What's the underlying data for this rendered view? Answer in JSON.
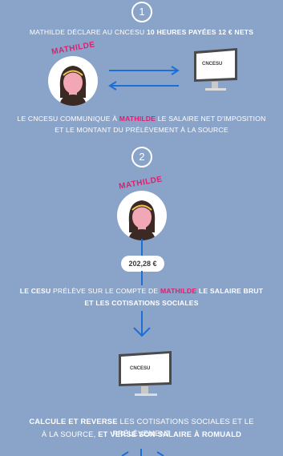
{
  "step1": {
    "number": "1",
    "line_prefix": "MATHILDE  DÉCLARE AU CNCESU ",
    "line_bold": "10 HEURES PAYÉES 12 € NETS",
    "avatar_name": "MATHILDE",
    "screen_label": "CNCESU",
    "line2_prefix": "LE CNCESU COMMUNIQUE À ",
    "line2_name": "MATHILDE",
    "line2_suffix": " LE SALAIRE NET D'IMPOSITION",
    "line3": "ET LE MONTANT DU PRÉLÈVEMENT À LA SOURCE"
  },
  "step2": {
    "number": "2",
    "avatar_name": "MATHILDE",
    "amount": "202,28 €",
    "line1_prefix_bold": "LE CESU",
    "line1_mid": " PRÉLÈVE SUR LE COMPTE DE ",
    "line1_name": "MATHILDE",
    "line1_suffix": " LE SALAIRE BRUT",
    "line2": "ET LES COTISATIONS SOCIALES",
    "screen_label": "CNCESU",
    "final1_bold": "CALCULE ET REVERSE",
    "final1_rest": " LES COTISATIONS SOCIALES ET LE PRÉLÈVEMENT",
    "final2_rest": "À LA SOURCE, ",
    "final2_bold": "ET VERSE SON SALAIRE À ROMUALD"
  },
  "colors": {
    "background": "#8aa3c9",
    "accent_pink": "#e21d6f",
    "arrow_blue": "#1d6fd6",
    "skin": "#f2a7b6",
    "hair": "#3b2a24"
  }
}
